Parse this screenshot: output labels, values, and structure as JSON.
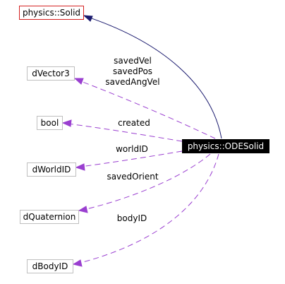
{
  "colors": {
    "inheritance_edge": "#1a1a6e",
    "member_edge": "#9a3fd0",
    "base_border": "#d42020",
    "node_border": "#bfbfbf"
  },
  "nodes": {
    "solid": "physics::Solid",
    "odesolid": "physics::ODESolid",
    "dvector3": "dVector3",
    "bool": "bool",
    "dworldid": "dWorldID",
    "dquaternion": "dQuaternion",
    "dbodyid": "dBodyID"
  },
  "edge_labels": {
    "saved_vel": "savedVel",
    "saved_pos": "savedPos",
    "saved_ang_vel": "savedAngVel",
    "created": "created",
    "world_id": "worldID",
    "saved_orient": "savedOrient",
    "body_id": "bodyID"
  }
}
